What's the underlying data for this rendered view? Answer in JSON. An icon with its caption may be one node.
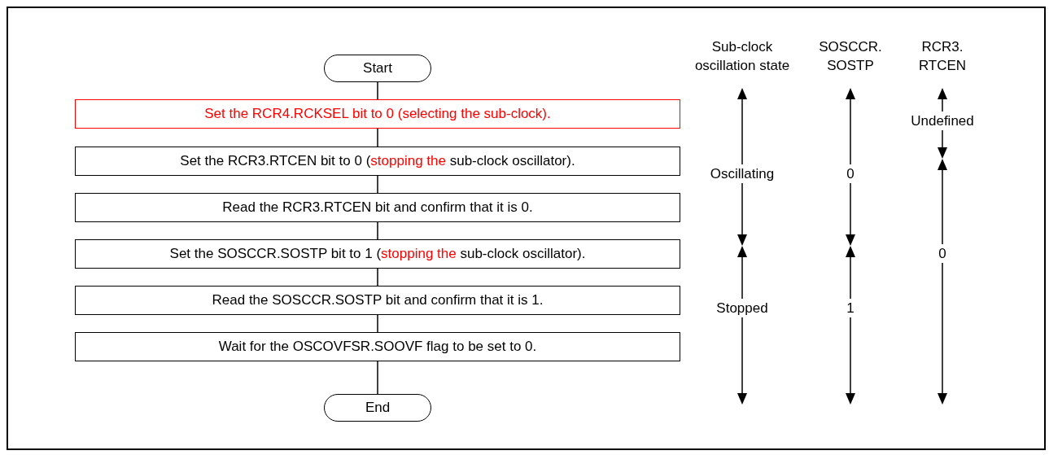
{
  "diagram": {
    "nodes": [
      {
        "text": [
          "Start"
        ]
      },
      {
        "text": [
          "Set the RCR4.RCKSEL bit to 0 (selecting the sub-clock)."
        ]
      },
      {
        "text": [
          "Set the RCR3.RTCEN bit to 0 (*stopping the* sub-clock oscillator)."
        ]
      },
      {
        "text": [
          "Read the RCR3.RTCEN bit and confirm that it is 0."
        ]
      },
      {
        "text": [
          "Set the SOSCCR.SOSTP bit to 1 (*stopping the* sub-clock oscillator)."
        ]
      },
      {
        "text": [
          "Read the SOSCCR.SOSTP bit and confirm that it is 1."
        ]
      },
      {
        "text": [
          "Wait for the OSCOVFSR.SOOVF flag to be set to 0."
        ]
      },
      {
        "text": [
          "End"
        ]
      }
    ],
    "edges": [
      {
        "from": 0,
        "to": 1,
        "arrow": "none"
      },
      {
        "from": 1,
        "to": 2,
        "arrow": "none"
      },
      {
        "from": 2,
        "to": 3,
        "arrow": "none"
      },
      {
        "from": 3,
        "to": 4,
        "arrow": "none"
      },
      {
        "from": 4,
        "to": 5,
        "arrow": "none"
      },
      {
        "from": 5,
        "to": 6,
        "arrow": "none"
      },
      {
        "from": 6,
        "to": 7,
        "arrow": "none"
      }
    ],
    "labels": [
      "Sub-clock oscillation state",
      "SOSCCR. SOSTP",
      "RCR3. RTCEN",
      "Undefined",
      "Oscillating",
      "0",
      "0",
      "Stopped",
      "1"
    ]
  }
}
